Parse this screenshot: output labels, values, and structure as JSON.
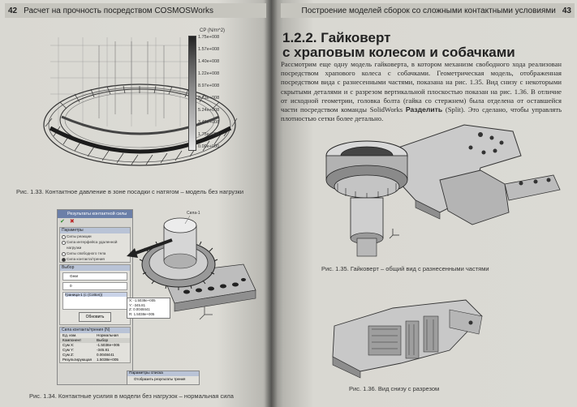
{
  "left_page": {
    "page_number": "42",
    "running_title": "Расчет на прочность посредством COSMOSWorks",
    "figure_133": {
      "legend_title": "CP (N/m^2)",
      "legend_values": [
        "1.75e+008",
        "1.57e+008",
        "1.40e+008",
        "1.22e+008",
        "8.97e+008",
        "8.73e+008",
        "5.24e+008",
        "3.49e+008",
        "1.75e+008",
        "0.00e+000"
      ],
      "caption": "Рис. 1.33. Контактное давление в зоне посадки с натягом – модель без нагрузки"
    },
    "figure_134": {
      "dialog_title": "Результаты контактной силы",
      "params_header": "Параметры",
      "options": [
        "Силы реакции",
        "Сила интерфейса удаленной нагрузки",
        "Силы свободного тела",
        "Сила контакта/трения"
      ],
      "selected_option": 3,
      "selection_header": "Выбор",
      "field1": "Gear",
      "field2": "0",
      "list_item": "Граница-1 (с (Cotton))",
      "update_button": "Обновить",
      "results_header": "Сила контакта/трения (N)",
      "units_label": "Ед. изм.",
      "units_value": "Нормальная",
      "table_headers": [
        "Компонент",
        "Выбор"
      ],
      "table_rows": [
        [
          "Сум X:",
          "-1.5038e+005"
        ],
        [
          "Сум Y:",
          "-345.81"
        ],
        [
          "Сум Z:",
          "0.0048441"
        ],
        [
          "Результирующая",
          "1.5038e+005"
        ]
      ],
      "result_box": [
        "X: -1.5038e+005",
        "Y: -345.81",
        "Z: 0.0048441",
        "R: 1.5038e+005"
      ],
      "list_params_header": "Параметры списка",
      "list_params_option": "Отобразить результаты трения",
      "callout_label": "Сила-1",
      "caption": "Рис. 1.34. Контактные усилия в модели без нагрузок – нормальная сила"
    }
  },
  "right_page": {
    "page_number": "43",
    "running_title": "Построение моделей сборок со сложными контактными условиями",
    "section_number": "1.2.2.",
    "section_title_line1": "Гайковерт",
    "section_title_line2": "с храповым колесом и собачками",
    "paragraph_before_bold": "Рассмотрим еще одну модель гайковерта, в котором механизм свободного хода реализован посредством храпового колеса с собачками. Геометрическая модель, отображенная посредством вида с разнесенными частями, показана на рис. 1.35. Вид снизу с некоторыми скрытыми деталями и с разрезом вертикальной плоскостью показан на рис. 1.36. В отличие от исходной геометрии, головка болта (гайка со стержнем) была отделена от оставшейся части посредством команды SolidWorks ",
    "paragraph_bold": "Разделить",
    "paragraph_after_bold": " (Split). Это сделано, чтобы управлять плотностью сетки более детально.",
    "figure_135_caption": "Рис. 1.35. Гайковерт – общий вид с разнесенными частями",
    "figure_136_caption": "Рис. 1.36. Вид снизу с разрезом"
  }
}
